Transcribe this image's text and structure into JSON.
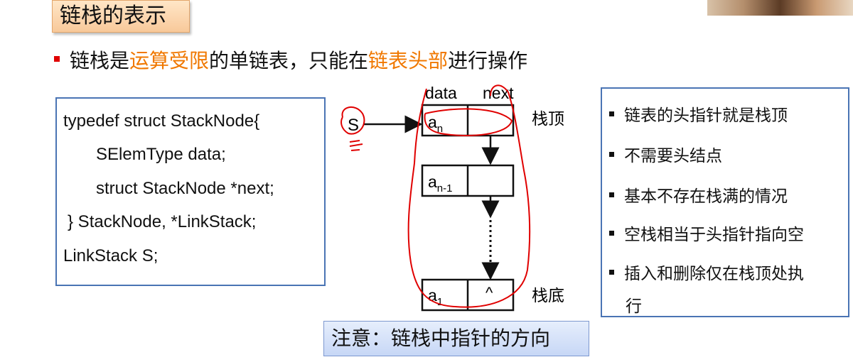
{
  "slide": {
    "title": "链栈的表示",
    "bullet": {
      "p1": "链栈是",
      "h1": "运算受限",
      "p2": "的单链表，只能在",
      "h2": "链表头部",
      "p3": "进行操作"
    },
    "code": [
      "typedef  struct StackNode{",
      "SElemType  data;",
      "struct StackNode *next;",
      "} StackNode,  *LinkStack;",
      "LinkStack S;"
    ],
    "diagram": {
      "header_data": "data",
      "header_next": "next",
      "pointer_label": "S",
      "top_label": "栈顶",
      "bottom_label": "栈底",
      "node_a": "a",
      "sub_n": "n",
      "sub_n1": "n-1",
      "sub_1": "1",
      "null_symbol": "^"
    },
    "side_points": [
      "链表的头指针就是栈顶",
      "不需要头结点",
      "基本不存在栈满的情况",
      "空栈相当于头指针指向空",
      "插入和删除仅在栈顶处执",
      "行"
    ],
    "note": "注意：链栈中指针的方向",
    "colors": {
      "highlight": "#f07800",
      "bullet": "#e00000",
      "box_border": "#4a74b4",
      "annotation_ink": "#e00000"
    }
  }
}
